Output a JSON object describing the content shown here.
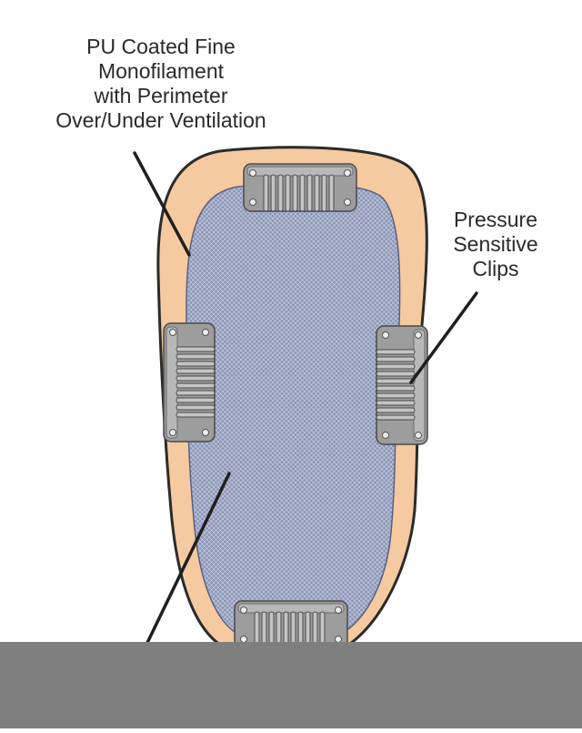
{
  "labels": {
    "top_left": [
      "PU Coated Fine",
      "Monofilament",
      "with Perimeter",
      "Over/Under Ventilation"
    ],
    "right": [
      "Pressure",
      "Sensitive",
      "Clips"
    ]
  },
  "colors": {
    "perimeter_fill": "#f5caa0",
    "perimeter_stroke": "#2b2b2b",
    "mono_fill": "#8893b5",
    "clip_fill": "#9c9c9c",
    "clip_stroke": "#4a4a4a",
    "bottom_band": "#7f7f7f"
  }
}
